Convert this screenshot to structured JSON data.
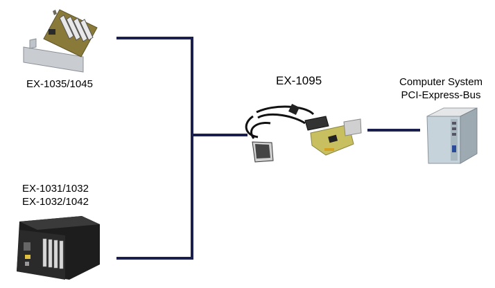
{
  "diagram": {
    "line_color": "#1a1f4e",
    "devices": [
      {
        "id": "ex-1035-1045",
        "label_lines": [
          "EX-1035/1045"
        ]
      },
      {
        "id": "ex-1031-1032",
        "label_lines": [
          "EX-1031/1032",
          "EX-1032/1042"
        ]
      },
      {
        "id": "ex-1095",
        "label_lines": [
          "EX-1095"
        ]
      },
      {
        "id": "computer",
        "label_lines": [
          "Computer System",
          "PCI-Express-Bus"
        ]
      }
    ]
  }
}
